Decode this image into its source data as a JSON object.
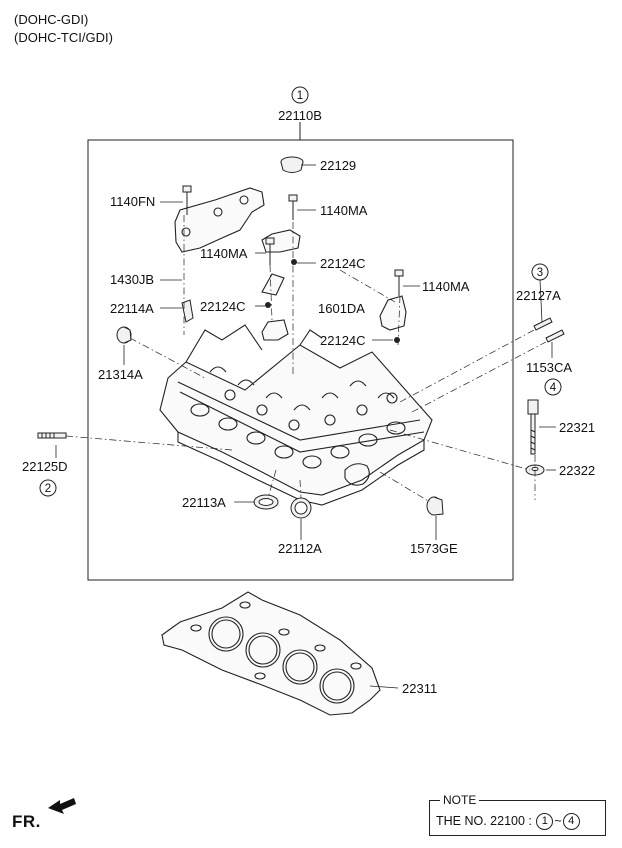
{
  "header": {
    "line1": "(DOHC-GDI)",
    "line2": "(DOHC-TCI/GDI)"
  },
  "parts": {
    "p22110B": "22110B",
    "p22129": "22129",
    "p1140FN": "1140FN",
    "p1140MA_a": "1140MA",
    "p1140MA_b": "1140MA",
    "p22124C_a": "22124C",
    "p1140MA_c": "1140MA",
    "p1430JB": "1430JB",
    "p1601DA": "1601DA",
    "p22114A": "22114A",
    "p22124C_b": "22124C",
    "p22124C_c": "22124C",
    "p22127A": "22127A",
    "p21314A": "21314A",
    "p1153CA": "1153CA",
    "p22321": "22321",
    "p22125D": "22125D",
    "p22322": "22322",
    "p22113A": "22113A",
    "p22112A": "22112A",
    "p1573GE": "1573GE",
    "p22311": "22311"
  },
  "refs": {
    "r1": "1",
    "r2": "2",
    "r3": "3",
    "r4": "4"
  },
  "footer": {
    "fr_label": "FR.",
    "note_title": "NOTE",
    "note_prefix": "THE NO. 22100  :",
    "note_from": "1",
    "note_sep": "~",
    "note_to": "4"
  },
  "icons": {
    "direction": "front-arrow-icon"
  }
}
